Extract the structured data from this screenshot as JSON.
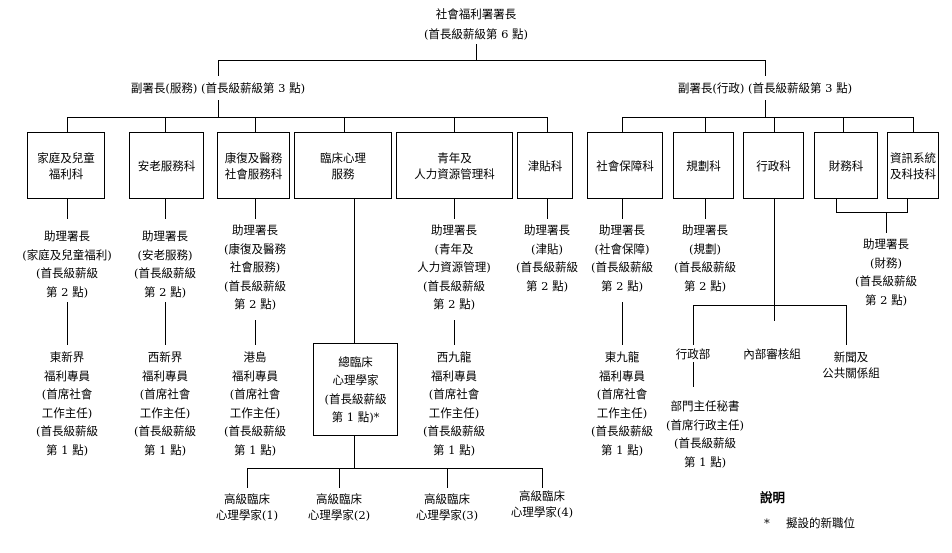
{
  "top": {
    "title": "社會福利署署長",
    "grade": "(首長級薪級第 6 點)"
  },
  "deputies": {
    "service": "副署長(服務) (首長級薪級第 3 點)",
    "admin": "副署長(行政) (首長級薪級第 3 點)"
  },
  "branches": {
    "b1": [
      "家庭及兒童",
      "福利科"
    ],
    "b2": [
      "安老服務科"
    ],
    "b3": [
      "康復及醫務",
      "社會服務科"
    ],
    "b4": [
      "臨床心理",
      "服務"
    ],
    "b5": [
      "青年及",
      "人力資源管理科"
    ],
    "b6": [
      "津貼科"
    ],
    "b7": [
      "社會保障科"
    ],
    "b8": [
      "規劃科"
    ],
    "b9": [
      "行政科"
    ],
    "b10": [
      "財務科"
    ],
    "b11": [
      "資訊系統",
      "及科技科"
    ]
  },
  "assistants": {
    "a1": [
      "助理署長",
      "(家庭及兒童福利)",
      "(首長級薪級",
      "第 2 點)"
    ],
    "a2": [
      "助理署長",
      "(安老服務)",
      "(首長級薪級",
      "第 2 點)"
    ],
    "a3": [
      "助理署長",
      "(康復及醫務",
      "社會服務)",
      "(首長級薪級",
      "第 2 點)"
    ],
    "a5": [
      "助理署長",
      "(青年及",
      "人力資源管理)",
      "(首長級薪級",
      "第 2 點)"
    ],
    "a6": [
      "助理署長",
      "(津貼)",
      "(首長級薪級",
      "第 2 點)"
    ],
    "a7": [
      "助理署長",
      "(社會保障)",
      "(首長級薪級",
      "第 2 點)"
    ],
    "a8": [
      "助理署長",
      "(規劃)",
      "(首長級薪級",
      "第 2 點)"
    ],
    "a10": [
      "助理署長",
      "(財務)",
      "(首長級薪級",
      "第 2 點)"
    ]
  },
  "officers": {
    "o1": [
      "東新界",
      "福利專員",
      "(首席社會",
      "工作主任)",
      "(首長級薪級",
      "第 1 點)"
    ],
    "o2": [
      "西新界",
      "福利專員",
      "(首席社會",
      "工作主任)",
      "(首長級薪級",
      "第 1 點)"
    ],
    "o3": [
      "港島",
      "福利專員",
      "(首席社會",
      "工作主任)",
      "(首長級薪級",
      "第 1 點)"
    ],
    "o5": [
      "西九龍",
      "福利專員",
      "(首席社會",
      "工作主任)",
      "(首長級薪級",
      "第 1 點)"
    ],
    "o7": [
      "東九龍",
      "福利專員",
      "(首席社會",
      "工作主任)",
      "(首長級薪級",
      "第 1 點)"
    ]
  },
  "chief_psychologist": [
    "總臨床",
    "心理學家",
    "(首長級薪級",
    "第 1 點)*"
  ],
  "psychologists": [
    "高級臨床",
    "心理學家(1)",
    "高級臨床",
    "心理學家(2)",
    "高級臨床",
    "心理學家(3)",
    "高級臨床",
    "心理學家(4)"
  ],
  "admin_units": {
    "office": "行政部",
    "audit": "內部審核組",
    "pr": [
      "新聞及",
      "公共關係組"
    ],
    "dept_sec": [
      "部門主任秘書",
      "(首席行政主任)",
      "(首長級薪級",
      "第 1 點)"
    ]
  },
  "legend": {
    "title": "說明",
    "star": "*",
    "note": "擬設的新職位"
  }
}
